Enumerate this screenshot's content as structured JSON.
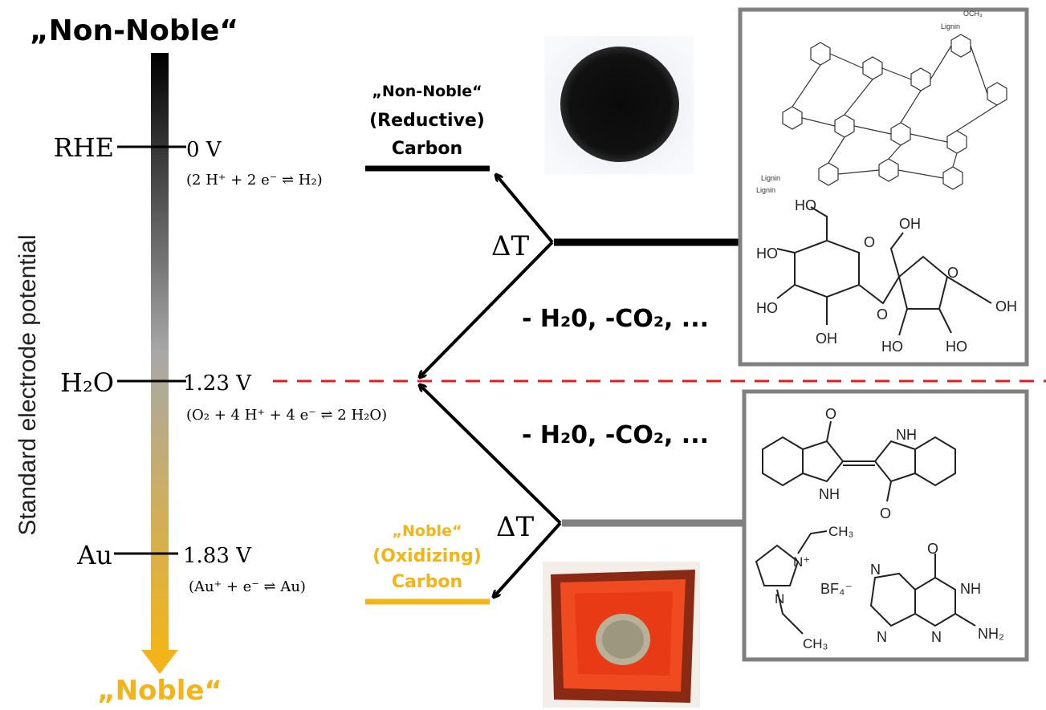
{
  "scale": {
    "top_label": "„Non-Noble“",
    "bottom_label": "„Noble“",
    "axis_label": "Standard electrode potential",
    "top_color": "#000000",
    "bottom_color": "#f2b418",
    "references": [
      {
        "name": "RHE",
        "potential": "0 V",
        "reaction": "(2 H⁺ + 2 e⁻ ⇌ H₂)"
      },
      {
        "name": "H₂O",
        "potential": "1.23 V",
        "reaction": "(O₂ + 4 H⁺ + 4 e⁻ ⇌ 2 H₂O)"
      },
      {
        "name": "Au",
        "potential": "1.83 V",
        "reaction": "(Au⁺ + e⁻ ⇌ Au)"
      }
    ]
  },
  "carbons": {
    "non_noble": {
      "line1": "„Non-Noble“",
      "line2": "(Reductive)",
      "line3": "Carbon",
      "color": "#000000"
    },
    "noble": {
      "line1": "„Noble“",
      "line2": "(Oxidizing)",
      "line3": "Carbon",
      "color": "#f2b418"
    }
  },
  "process": {
    "heat_upper": "ΔT",
    "heat_lower": "ΔT",
    "byproducts_upper": "- H₂0, -CO₂, ...",
    "byproducts_lower": "- H₂0, -CO₂, ...",
    "threshold_color": "#e02020"
  },
  "structures": {
    "lignin_label": "Lignin",
    "lignin_ome": "OCH₃",
    "sucrose_oh": "HO",
    "sucrose_oh2": "OH",
    "sucrose_o": "O",
    "indigo_nh": "NH",
    "indigo_o": "O",
    "il_ch3": "CH₃",
    "il_n": "N",
    "il_nplus": "N⁺",
    "il_anion": "BF₄⁻",
    "guanine_nh2": "NH₂",
    "guanine_nh": "NH",
    "guanine_o": "O",
    "guanine_n": "N",
    "guanine_hn": "N"
  }
}
